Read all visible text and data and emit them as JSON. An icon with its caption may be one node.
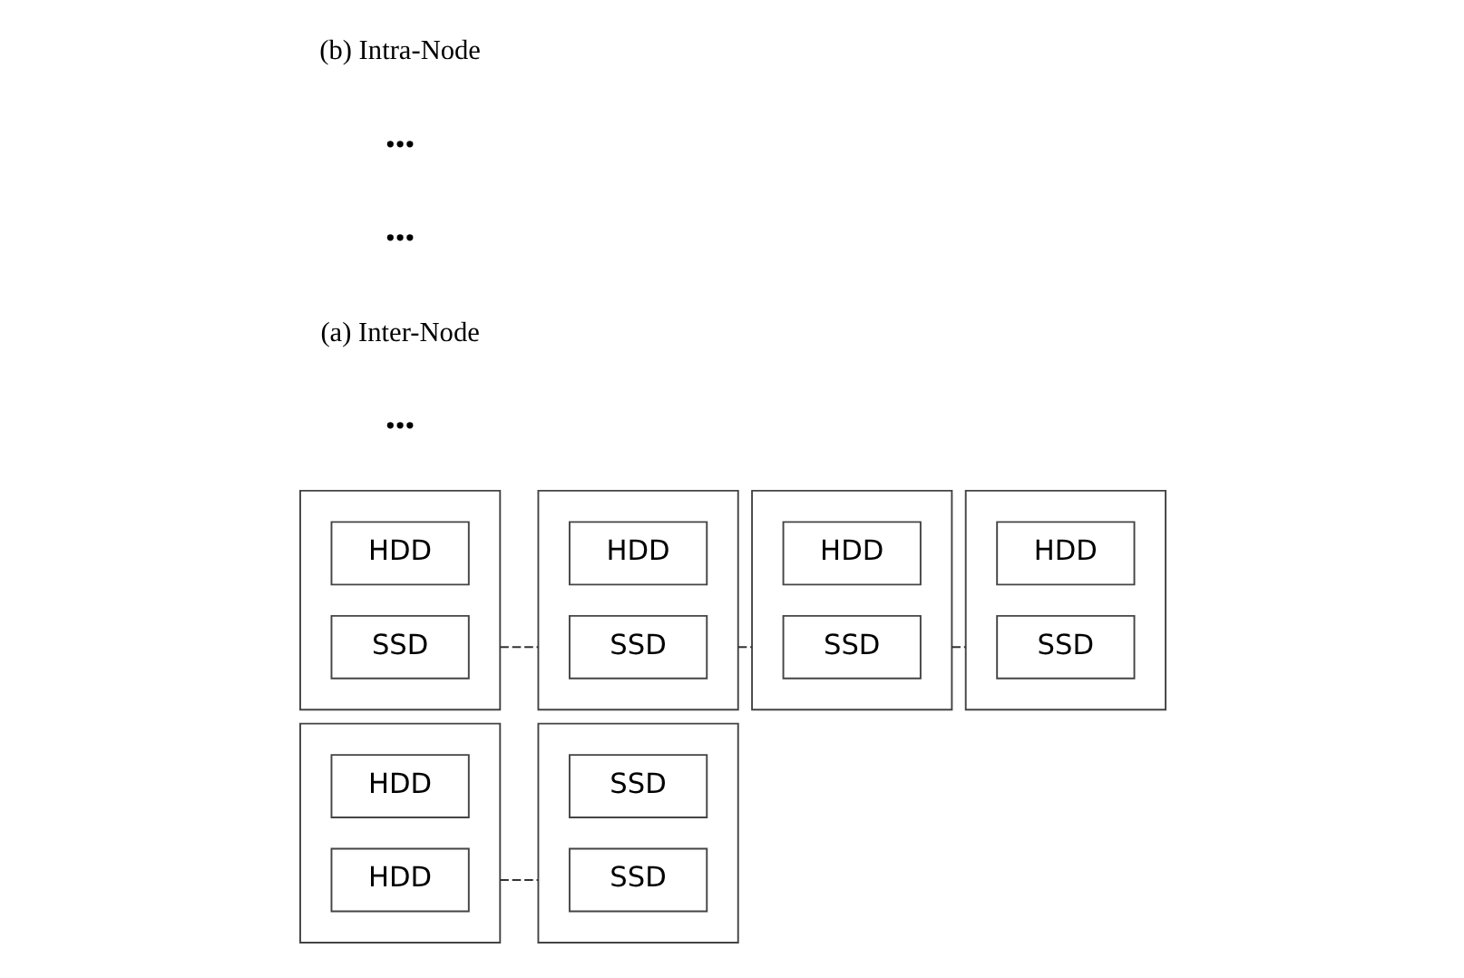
{
  "diagram": {
    "nodes": [
      {
        "text": [],
        "shape": "box"
      },
      {
        "text": [
          "HDD"
        ],
        "in": 0
      },
      {
        "text": [
          "HDD"
        ],
        "in": 0
      },
      {
        "text": [],
        "shape": "box"
      },
      {
        "text": [
          "SSD"
        ],
        "in": 3
      },
      {
        "text": [
          "SSD"
        ],
        "in": 3
      },
      {
        "text": [],
        "shape": "box"
      },
      {
        "text": [
          "HDD"
        ],
        "in": 6
      },
      {
        "text": [
          "SSD"
        ],
        "in": 6
      },
      {
        "text": [],
        "shape": "box"
      },
      {
        "text": [
          "HDD"
        ],
        "in": 9
      },
      {
        "text": [
          "SSD"
        ],
        "in": 9
      },
      {
        "text": [],
        "shape": "box"
      },
      {
        "text": [
          "HDD"
        ],
        "in": 12
      },
      {
        "text": [
          "SSD"
        ],
        "in": 12
      },
      {
        "text": [],
        "shape": "box"
      },
      {
        "text": [
          "HDD"
        ],
        "in": 15
      },
      {
        "text": [
          "SSD"
        ],
        "in": 15
      }
    ],
    "edges": [
      {
        "from": 0,
        "to": 3,
        "arrow": "none",
        "style": "dashed"
      },
      {
        "from": 6,
        "to": 9,
        "arrow": "none",
        "style": "dashed"
      },
      {
        "from": 9,
        "to": 12,
        "arrow": "none",
        "style": "dashed"
      },
      {
        "from": 12,
        "to": 15,
        "arrow": "none",
        "style": "dashed"
      }
    ],
    "labels": [
      "•••",
      "(a) Inter-Node",
      "•••",
      "•••",
      "(b) Intra-Node"
    ]
  }
}
